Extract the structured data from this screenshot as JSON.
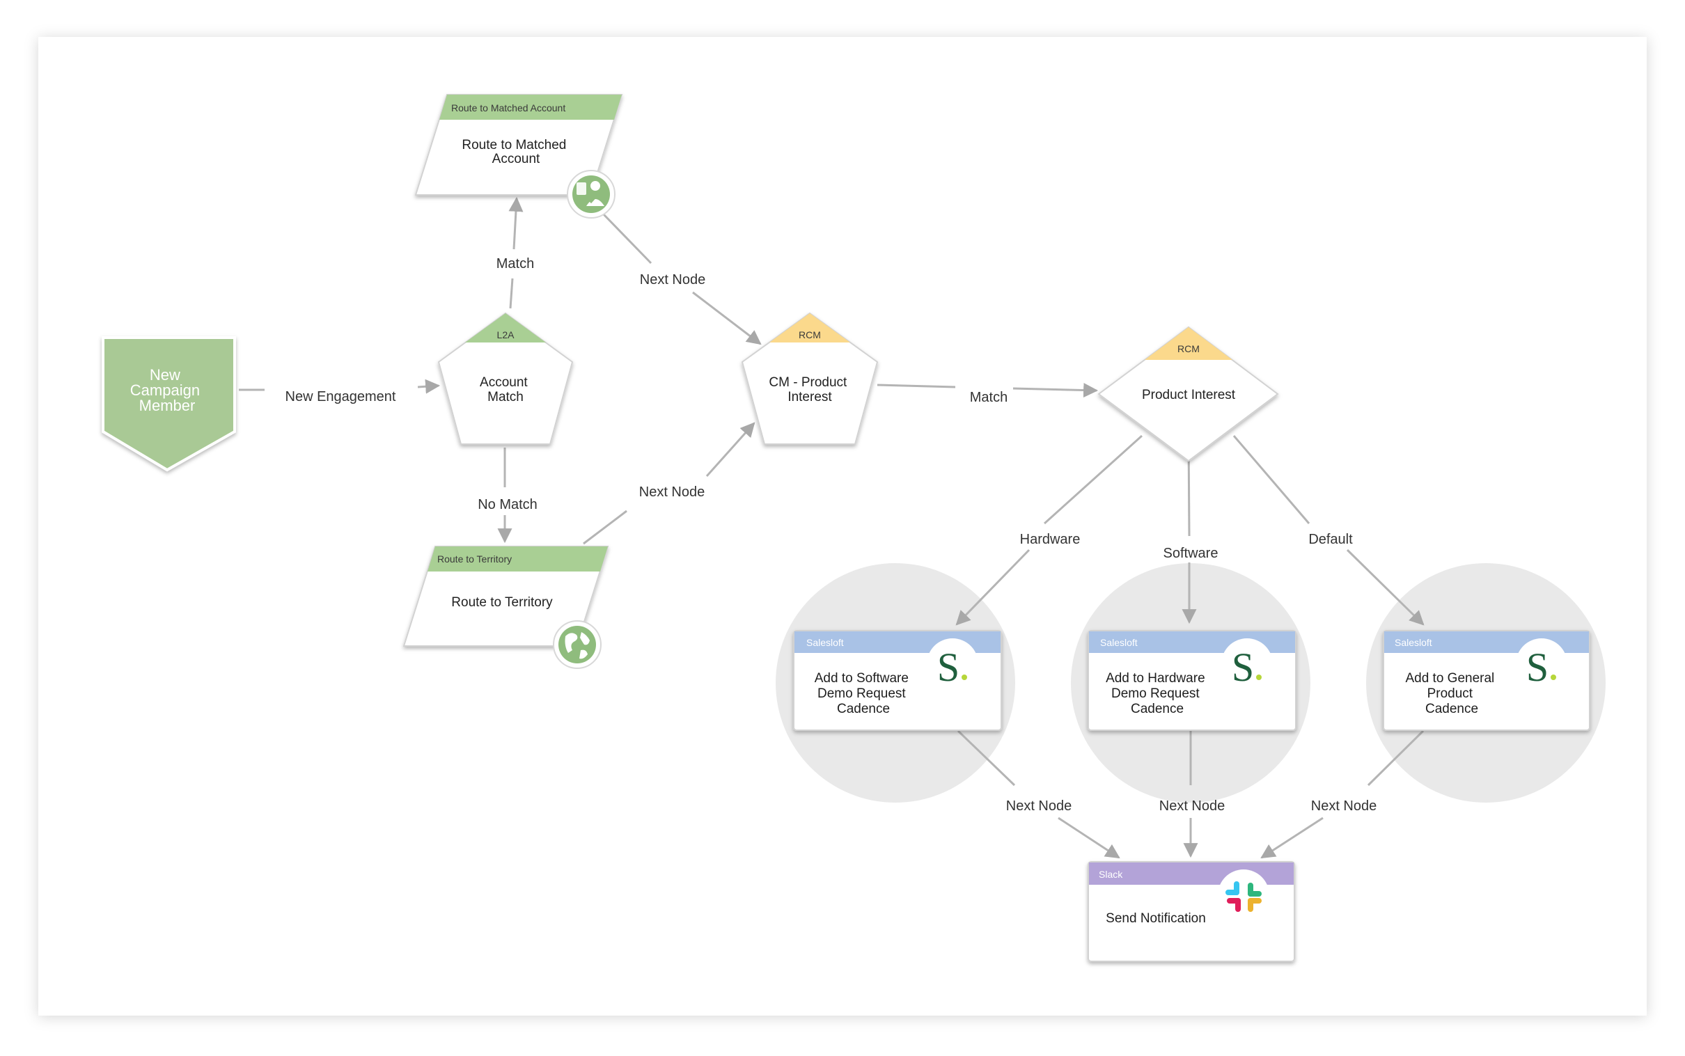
{
  "colors": {
    "start_fill": "#a9c995",
    "route_header": "#a9cf94",
    "l2a_tag": "#a9cf94",
    "rcm_tag": "#fbd98c",
    "salesloft_header": "#a9c2e6",
    "slack_header": "#b3a3d8",
    "edge": "#b4b4b4",
    "halo": "#e9e9e9",
    "salesloft_logo": "#1f5f3d"
  },
  "nodes": {
    "start": {
      "lines": [
        "New",
        "Campaign",
        "Member"
      ]
    },
    "route_matched": {
      "tag": "Route to Matched Account",
      "lines": [
        "Route to Matched",
        "Account"
      ],
      "icon": "account-person-icon"
    },
    "account_match": {
      "tag": "L2A",
      "lines": [
        "Account",
        "Match"
      ]
    },
    "route_territory": {
      "tag": "Route to Territory",
      "lines": [
        "Route to Territory"
      ],
      "icon": "globe-icon"
    },
    "cm_product": {
      "tag": "RCM",
      "lines": [
        "CM - Product",
        "Interest"
      ]
    },
    "product_interest": {
      "tag": "RCM",
      "lines": [
        "Product Interest"
      ]
    },
    "cadence_software": {
      "tag": "Salesloft",
      "lines": [
        "Add to Software",
        "Demo Request",
        "Cadence"
      ],
      "logo": "S"
    },
    "cadence_hardware": {
      "tag": "Salesloft",
      "lines": [
        "Add to Hardware",
        "Demo Request",
        "Cadence"
      ],
      "logo": "S"
    },
    "cadence_general": {
      "tag": "Salesloft",
      "lines": [
        "Add to General",
        "Product",
        "Cadence"
      ],
      "logo": "S"
    },
    "notify": {
      "tag": "Slack",
      "lines": [
        "Send Notification"
      ],
      "icon": "slack-icon"
    }
  },
  "edges": {
    "new_engagement": "New Engagement",
    "match_up": "Match",
    "no_match": "No Match",
    "next_from_matched": "Next Node",
    "next_from_territory": "Next Node",
    "match_right": "Match",
    "hardware": "Hardware",
    "software": "Software",
    "default": "Default",
    "next_1": "Next Node",
    "next_2": "Next Node",
    "next_3": "Next Node"
  }
}
